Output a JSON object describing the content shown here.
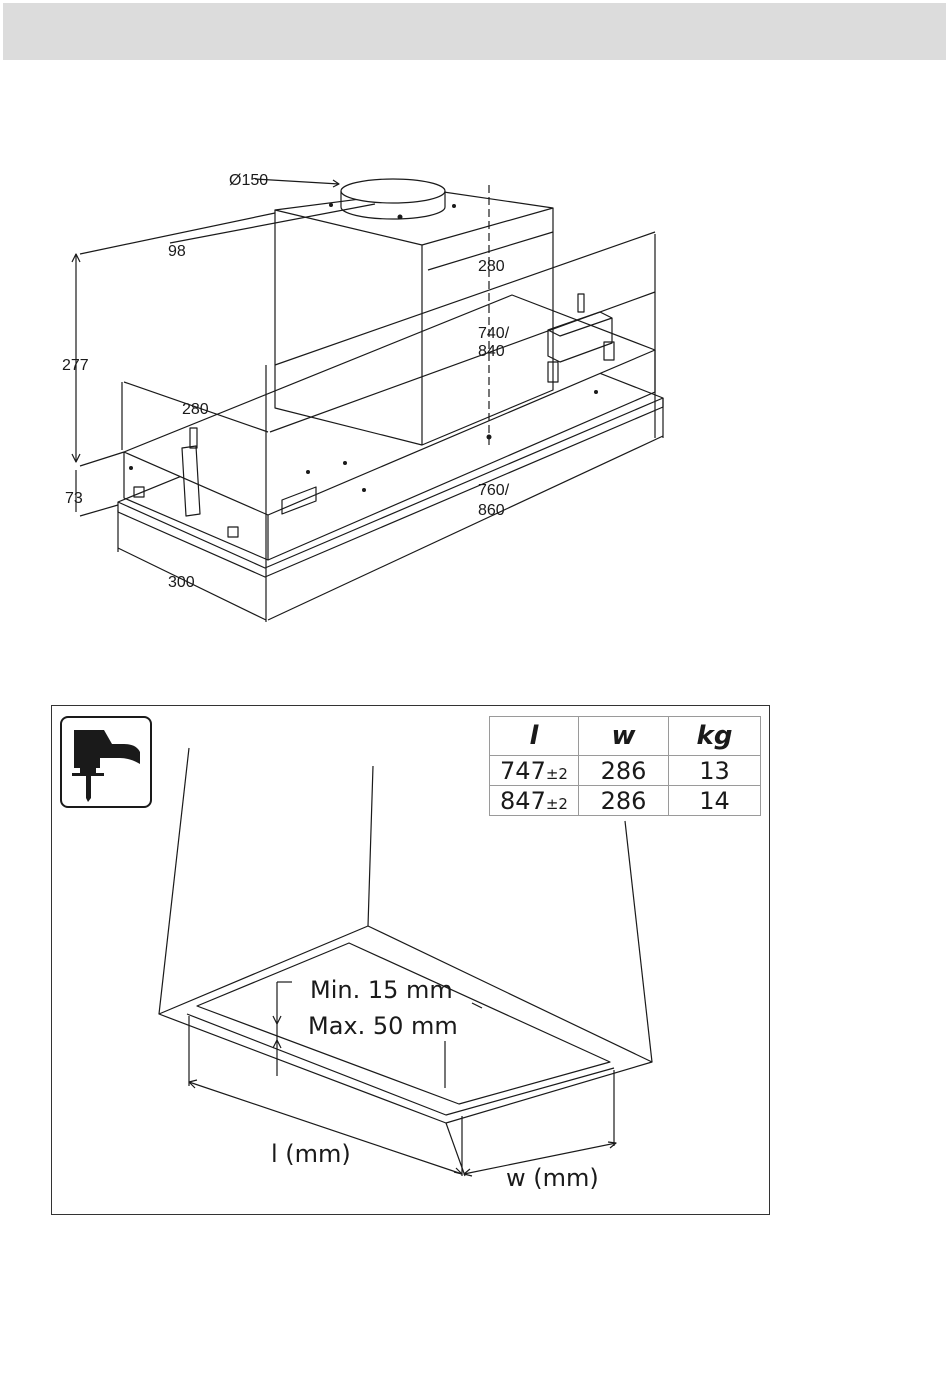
{
  "top_drawing": {
    "dimensions": {
      "duct_diameter": "Ø150",
      "duct_offset": "98",
      "depth_top": "280",
      "length_top": "740/",
      "length_top_alt": "840",
      "height_total": "277",
      "depth_side": "280",
      "frame_height": "73",
      "width_front": "300",
      "length_bottom": "760/",
      "length_bottom_alt": "860"
    }
  },
  "installation": {
    "tool_icon": "jigsaw-icon",
    "table": {
      "headers": [
        "l",
        "w",
        "kg"
      ],
      "rows": [
        {
          "l": "747",
          "tol": "±2",
          "w": "286",
          "kg": "13"
        },
        {
          "l": "847",
          "tol": "±2",
          "w": "286",
          "kg": "14"
        }
      ]
    },
    "labels": {
      "min_thickness": "Min. 15 mm",
      "max_thickness": "Max. 50 mm",
      "length_label": "l (mm)",
      "width_label": "w (mm)"
    }
  }
}
